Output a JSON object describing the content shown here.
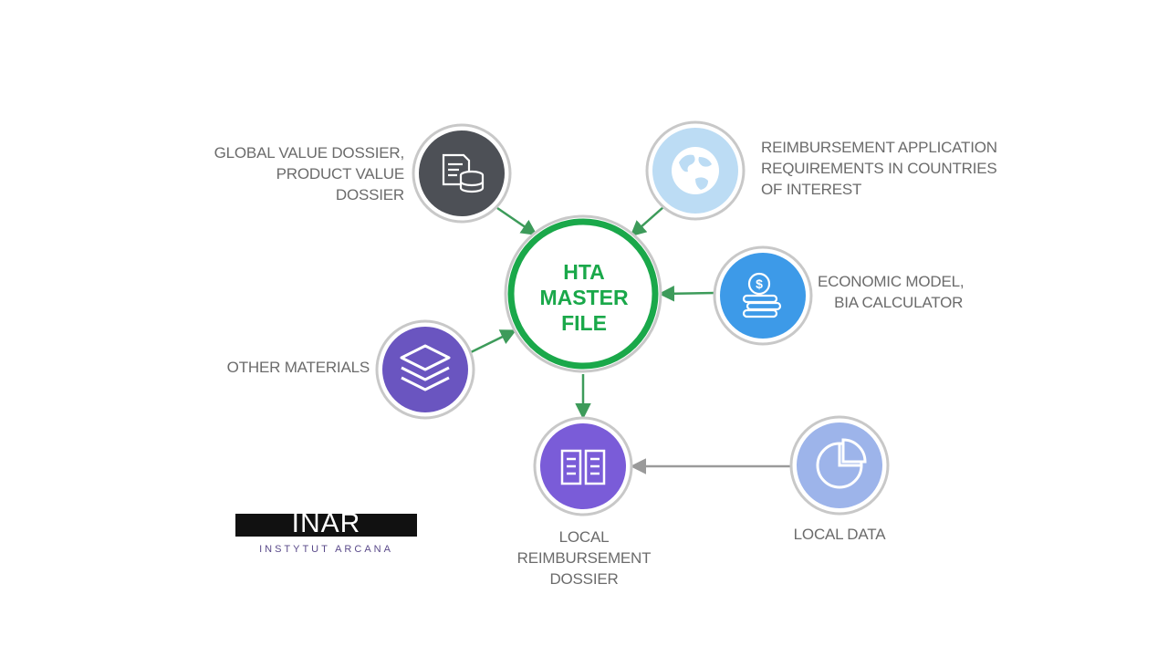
{
  "center": {
    "title": "HTA\nMASTER\nFILE"
  },
  "nodes": {
    "global_value_dossier": {
      "label": "GLOBAL VALUE DOSSIER,\nPRODUCT VALUE DOSSIER",
      "icon": "document-database-icon",
      "color": "#4d5056"
    },
    "reimbursement_requirements": {
      "label": "REIMBURSEMENT APPLICATION\nREQUIREMENTS IN COUNTRIES\nOF INTEREST",
      "icon": "globe-icon",
      "color": "#bcdcf4"
    },
    "economic_model": {
      "label": "ECONOMIC MODEL,\n    BIA CALCULATOR",
      "icon": "coins-icon",
      "color": "#3d9ae8"
    },
    "other_materials": {
      "label": "OTHER MATERIALS",
      "icon": "layers-icon",
      "color": "#6a55c0"
    },
    "local_reimbursement_dossier": {
      "label": "LOCAL\nREIMBURSEMENT\nDOSSIER",
      "icon": "open-book-icon",
      "color": "#7a5cd8"
    },
    "local_data": {
      "label": "LOCAL DATA",
      "icon": "pie-chart-icon",
      "color": "#9db4ea"
    }
  },
  "colors": {
    "center_ring": "#1aa84a",
    "arrow_green": "#3d9b5a",
    "arrow_grey": "#9a9a9a",
    "outer_ring": "#c8c8c8"
  },
  "logo": {
    "name": "INAR",
    "subtitle": "INSTYTUT ARCANA"
  }
}
